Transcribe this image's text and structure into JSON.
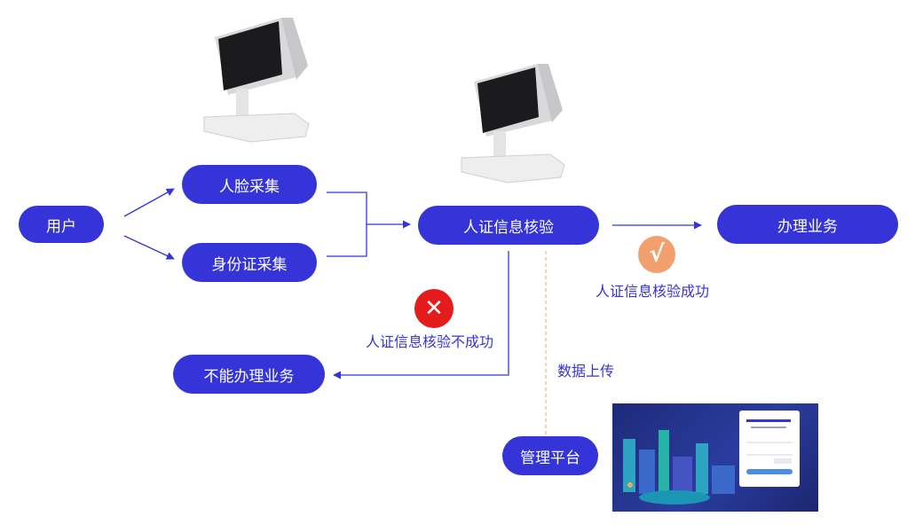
{
  "nodes": {
    "user": "用户",
    "face_capture": "人脸采集",
    "id_capture": "身份证采集",
    "verify": "人证信息核验",
    "handle_business": "办理业务",
    "cannot_handle": "不能办理业务",
    "management_platform": "管理平台"
  },
  "labels": {
    "success": "人证信息核验成功",
    "fail": "人证信息核验不成功",
    "data_upload": "数据上传"
  },
  "icons": {
    "success": "√",
    "fail": "✕"
  },
  "colors": {
    "node_fill": "#3434d9",
    "edge": "#3434d9",
    "dashed_edge": "#e8b48a",
    "success_circle": "#f2a06e",
    "fail_circle": "#e51c1c",
    "success_text": "#3434d9",
    "label_text": "#3434d9"
  }
}
